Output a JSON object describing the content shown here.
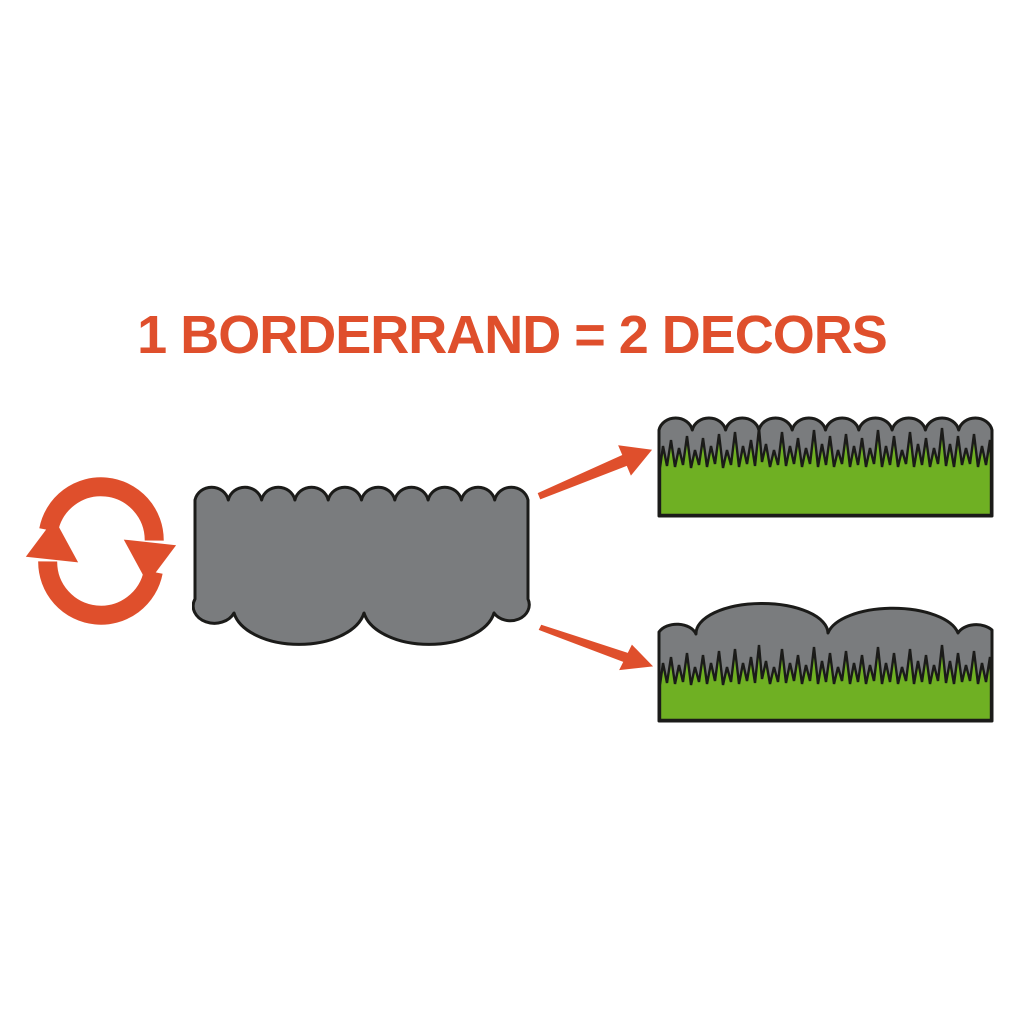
{
  "title": {
    "text": "1 BORDERRAND = 2 DECORS"
  },
  "colors": {
    "accent_orange": "#df4f2c",
    "strip_gray": "#7a7c7e",
    "grass_green": "#6fb023",
    "outline_black": "#1b1b19",
    "background": "#ffffff"
  },
  "graphics": {
    "rotate_icon": "rotate-swap-arrows",
    "border_strip": "reversible-border-strip-scallop-and-wave-edges",
    "arrow_top": "arrow-up-right-to-scallop-decor",
    "arrow_bottom": "arrow-down-right-to-wave-decor",
    "decor_top": "lawn-edging-scallop-side-up",
    "decor_bottom": "lawn-edging-wave-side-up"
  }
}
